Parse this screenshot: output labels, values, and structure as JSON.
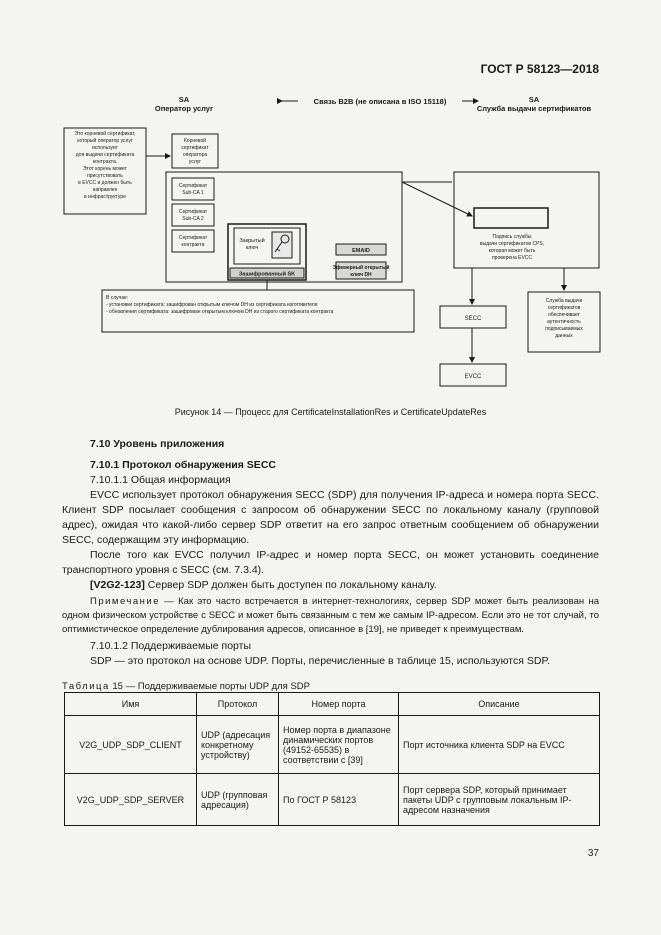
{
  "header": {
    "doc_id": "ГОСТ Р 58123—2018"
  },
  "figure": {
    "sa_operator_1": "SA",
    "sa_operator_2": "Оператор услуг",
    "b2b": "Связь B2B (не описана в ISO 15118)",
    "sa_service_1": "SA",
    "sa_service_2": "Служба выдачи сертификатов",
    "root_note": [
      "Это корневой сертификат,",
      "который оператор услуг",
      "использует",
      "для выдачи сертификата",
      "контракта.",
      "Этот корень может",
      "присутствовать",
      "в EVCC и должен быть",
      "направлен",
      "в инфраструктуре"
    ],
    "root_cert": [
      "Корневой",
      "сертификат",
      "оператора",
      "услуг"
    ],
    "subca1": [
      "Сертификат",
      "Sub-CA 1"
    ],
    "subca2": [
      "Сертификат",
      "Sub-CA 2"
    ],
    "contract_cert": [
      "Сертификат",
      "контракта"
    ],
    "private_key": [
      "Закрытый",
      "ключ"
    ],
    "encrypted_sk": "Зашифрованный SK",
    "emaid": "EMAID",
    "ephemeral": [
      "Эфемерный открытый",
      "ключ DH"
    ],
    "sign_note": [
      "Подпись службы",
      "выдачи сертификатов CPS,",
      "которая может быть",
      "проверена EVCC"
    ],
    "case_note": [
      "В случае:",
      "- установки сертификата: зашифрован открытым ключом DH из сертификата изготовителя",
      "- обновления сертификата: зашифрован открытым ключом DH из старого сертификата контракта"
    ],
    "secc": "SECC",
    "evcc": "EVCC",
    "service_note": [
      "Служба выдачи",
      "сертификатов",
      "обеспечивает",
      "аутентичность",
      "подписываемых",
      "данных"
    ]
  },
  "caption": "Рисунок 14 — Процесс для CertificateInstallationRes и CertificateUpdateRes",
  "sec_7_10": "7.10 Уровень приложения",
  "sec_7_10_1": "7.10.1 Протокол обнаружения SECC",
  "sec_7_10_1_1": "7.10.1.1 Общая информация",
  "para1": "EVCC использует протокол обнаружения SECC (SDP) для получения IP-адреса и номера порта SECC. Клиент SDP посылает сообщения с запросом об обнаружении SECC по локальному каналу (групповой адрес), ожидая что какой-либо сервер SDP ответит на его запрос ответным сообщением об обнаружении SECC, содержащим эту информацию.",
  "para2": "После того как EVCC получил IP-адрес и номер порта SECC, он может установить соединение транспортного уровня с SECC (см. 7.3.4).",
  "req_id": "[V2G2-123]",
  "req_text": " Сервер SDP должен быть доступен по локальному каналу.",
  "note_label": "Примечание",
  "note_text": " — Как это часто встречается в интернет-технологиях, сервер SDP может быть реализован на одном физическом устройстве с SECC и может быть связанным с тем же самым IP-адресом. Если это не тот случай, то оптимистическое определение дублирования адресов, описанное в [19], не приведет к преимуществам.",
  "sec_7_10_1_2": "7.10.1.2 Поддерживаемые порты",
  "para3": "SDP — это протокол на основе UDP. Порты, перечисленные в таблице 15, используются SDP.",
  "table_label": "Таблица",
  "table_title": " 15 — Поддерживаемые порты UDP для SDP",
  "table": {
    "headers": [
      "Имя",
      "Протокол",
      "Номер порта",
      "Описание"
    ],
    "rows": [
      [
        "V2G_UDP_SDP_CLIENT",
        "UDP (адресация конкретному устройству)",
        "Номер порта в диапазоне динамических портов (49152-65535) в соответствии с [39]",
        "Порт источника клиента SDP на EVCC"
      ],
      [
        "V2G_UDP_SDP_SERVER",
        "UDP (групповая адресация)",
        "По ГОСТ Р 58123",
        "Порт сервера SDP, который принимает пакеты UDP с групповым локальным IP-адресом назначения"
      ]
    ]
  },
  "page_number": "37"
}
